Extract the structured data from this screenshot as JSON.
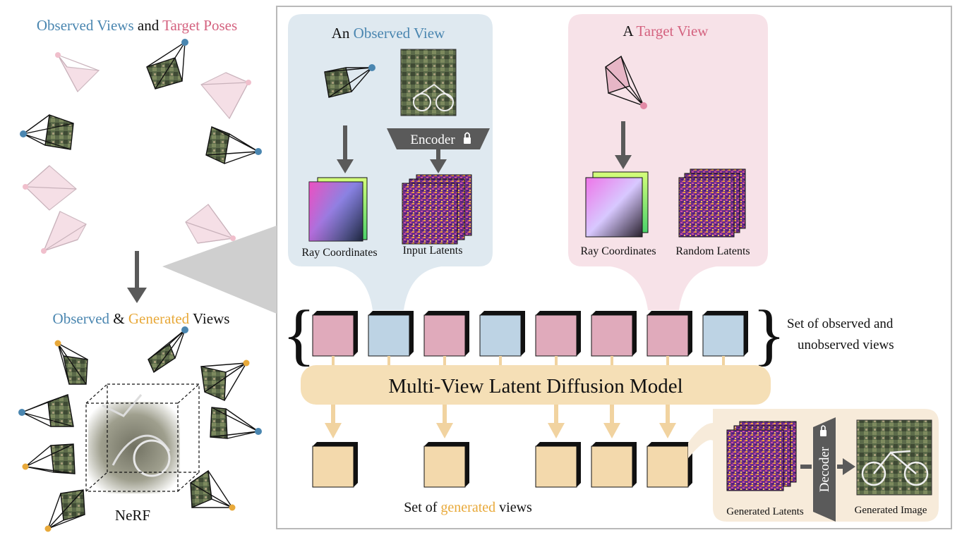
{
  "left_panel": {
    "top_title": {
      "observed": "Observed Views",
      "and": " and ",
      "target": "Target Poses"
    },
    "bottom_title": {
      "observed": "Observed",
      "amp": " & ",
      "generated": "Generated",
      "views": " Views"
    },
    "nerf_label": "NeRF"
  },
  "observed_panel": {
    "title_prefix": "An ",
    "title_colored": "Observed View",
    "encoder_label": "Encoder",
    "ray_label": "Ray Coordinates",
    "latent_label": "Input Latents"
  },
  "target_panel": {
    "title_prefix": "A ",
    "title_colored": "Target View",
    "ray_label": "Ray Coordinates",
    "latent_label": "Random Latents"
  },
  "view_set": {
    "label_line1": "Set of observed and",
    "label_line2": "unobserved views",
    "sequence": [
      "target",
      "observed",
      "target",
      "observed",
      "target",
      "target",
      "target",
      "observed"
    ]
  },
  "model": {
    "label": "Multi-View Latent Diffusion Model"
  },
  "generated_set": {
    "label_prefix": "Set of ",
    "label_colored": "generated",
    "label_suffix": " views",
    "output_slots": [
      0,
      2,
      4,
      5,
      6
    ]
  },
  "decoder_panel": {
    "decoder_label": "Decoder",
    "latents_label": "Generated Latents",
    "image_label": "Generated Image"
  },
  "colors": {
    "observed": "#4a86b0",
    "target": "#d4627f",
    "generated": "#e8a93a",
    "observed_cube": "#bdd3e4",
    "target_cube": "#e0aabb",
    "generated_cube": "#f3d9ac",
    "model_box": "#f5dfb6",
    "observed_bg": "#dfe9f0",
    "target_bg": "#f7e2e8",
    "decoder_bg": "#f7ebda",
    "arrow": "#5a5a5a",
    "light_arrow": "#f1d3a0"
  },
  "icons": [
    "lock-icon",
    "camera-frustum-icon",
    "nerf-cube-icon",
    "bracket-icon"
  ]
}
